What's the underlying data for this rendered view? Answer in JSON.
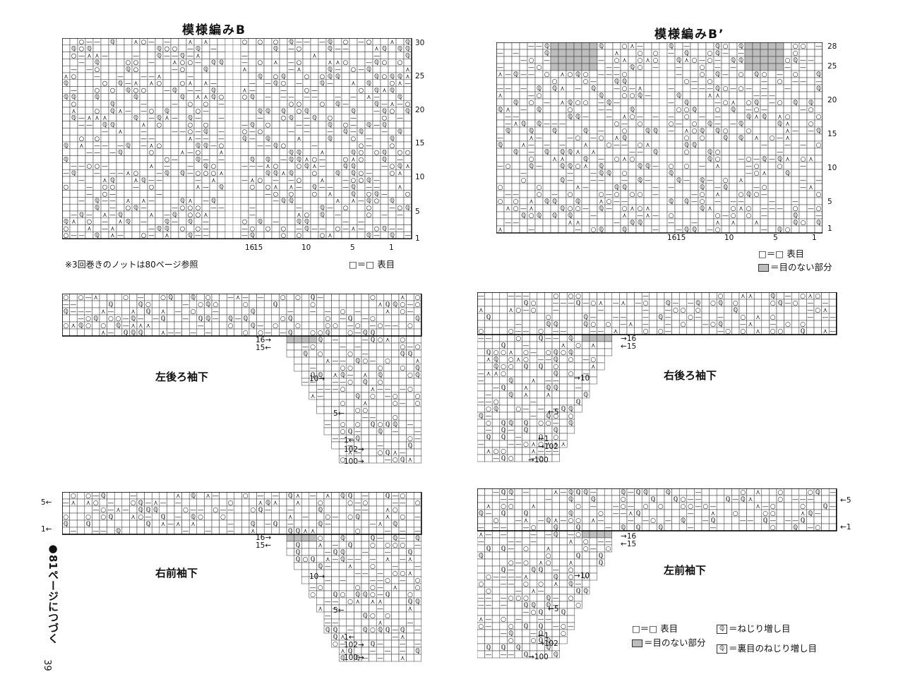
{
  "titles": {
    "pattern_b": "模様編みB",
    "pattern_b_prime": "模様編みB’",
    "left_back_sleeve": "左後ろ袖下",
    "right_back_sleeve": "右後ろ袖下",
    "right_front_sleeve": "右前袖下",
    "left_front_sleeve": "左前袖下"
  },
  "notes": {
    "knot_ref": "※3回巻きのノットは80ページ参照",
    "continue": "●81ページにつづく",
    "page_number": "39"
  },
  "legend": {
    "knit_stitch": "□＝□ 表目",
    "no_stitch": "＝目のない部分",
    "twist_increase": "＝ねじり増し目",
    "purl_twist_increase": "＝裏目のねじり増し目",
    "eq": "＝",
    "sym_q": "ℚ"
  },
  "colors": {
    "grid": "#333333",
    "no_stitch_fill": "#bdbdbd"
  },
  "chart_b": {
    "row_labels": [
      "30",
      "25",
      "20",
      "15",
      "10",
      "5",
      "1"
    ],
    "col_labels": [
      "16",
      "15",
      "10",
      "5",
      "1"
    ]
  },
  "chart_b_prime": {
    "row_labels": [
      "28",
      "25",
      "20",
      "15",
      "10",
      "5",
      "1"
    ],
    "col_labels": [
      "16",
      "15",
      "10",
      "5",
      "1"
    ]
  },
  "sleeve_rows": {
    "r16": "16",
    "r15": "15",
    "r10": "10",
    "r5": "5",
    "r1": "1",
    "r102": "102",
    "r100": "100"
  }
}
